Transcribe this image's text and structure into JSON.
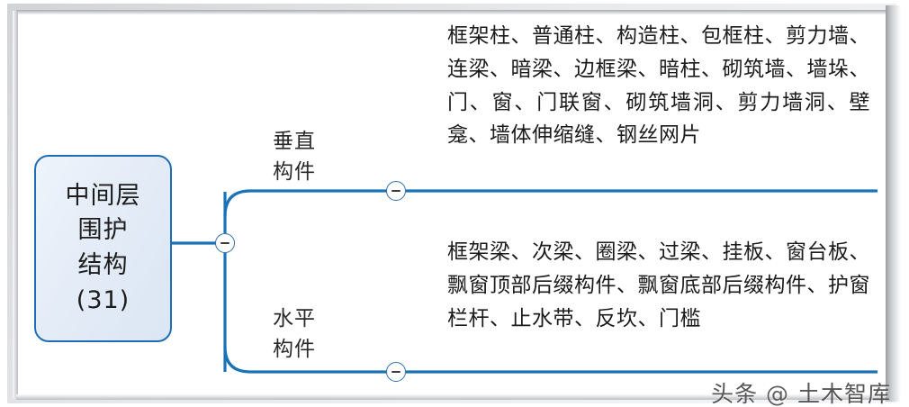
{
  "diagram": {
    "type": "mindmap",
    "accent_color": "#1f6eb4",
    "line_color": "#1a73b7",
    "root": {
      "lines": [
        "中间层",
        "围护",
        "结构",
        "(31)"
      ],
      "full_label": "中间层围护结构（31）",
      "code": "31",
      "fill_color": "#e6eef8",
      "border_color": "#1f6eb4"
    },
    "branches": [
      {
        "id": "vertical",
        "label_lines": [
          "垂直",
          "构件"
        ],
        "label": "垂直构件",
        "toggle_state": "expanded",
        "toggle_icon": "minus-icon",
        "leaf_text": "框架柱、普通柱、构造柱、包框柱、剪力墙、连梁、暗梁、边框梁、暗柱、砌筑墙、墙垛、门、窗、门联窗、砌筑墙洞、剪力墙洞、壁龛、墙体伸缩缝、钢丝网片",
        "leaf_items": [
          "框架柱",
          "普通柱",
          "构造柱",
          "包框柱",
          "剪力墙",
          "连梁",
          "暗梁",
          "边框梁",
          "暗柱",
          "砌筑墙",
          "墙垛",
          "门",
          "窗",
          "门联窗",
          "砌筑墙洞",
          "剪力墙洞",
          "壁龛",
          "墙体伸缩缝",
          "钢丝网片"
        ]
      },
      {
        "id": "horizontal",
        "label_lines": [
          "水平",
          "构件"
        ],
        "label": "水平构件",
        "toggle_state": "expanded",
        "toggle_icon": "minus-icon",
        "leaf_text": "框架梁、次梁、圈梁、过梁、挂板、窗台板、飘窗顶部后缀构件、飘窗底部后缀构件、护窗栏杆、止水带、反坎、门槛",
        "leaf_items": [
          "框架梁",
          "次梁",
          "圈梁",
          "过梁",
          "挂板",
          "窗台板",
          "飘窗顶部后缀构件",
          "飘窗底部后缀构件",
          "护窗栏杆",
          "止水带",
          "反坎",
          "门槛"
        ]
      }
    ],
    "root_toggle": {
      "toggle_state": "expanded",
      "toggle_icon": "minus-icon"
    }
  },
  "watermark": {
    "platform": "头条",
    "separator": "@",
    "account": "土木智库",
    "full": "头条 @土木智库"
  }
}
